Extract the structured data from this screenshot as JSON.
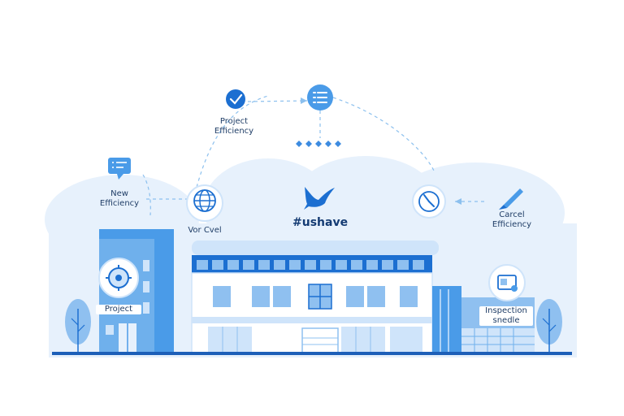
{
  "brand": {
    "name": "#ushave"
  },
  "nodes": {
    "top_left": {
      "line1": "Project",
      "line2": "Efficiency"
    },
    "top_right": {
      "label": ""
    },
    "left": {
      "line1": "New",
      "line2": "Efficiency"
    },
    "globe": {
      "label": "Vor Cvel"
    },
    "right": {
      "line1": "Carcel",
      "line2": "Efficiency"
    },
    "project": {
      "label": "Project"
    },
    "inspection": {
      "line1": "Inspection",
      "line2": "snedle"
    }
  },
  "colors": {
    "primary": "#1c6fd1",
    "light": "#cfe4fa",
    "mid": "#8fc0f0",
    "dark": "#14508f",
    "ground": "#1d5fb8"
  }
}
